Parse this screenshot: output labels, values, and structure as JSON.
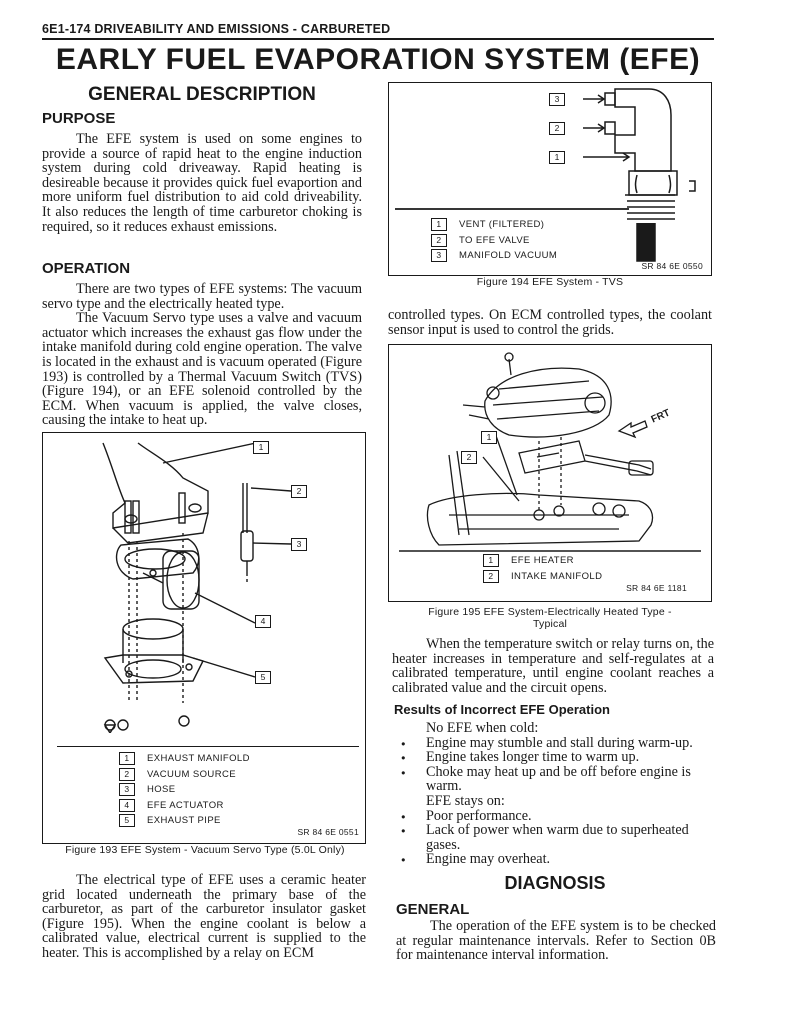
{
  "header": {
    "running_head": "6E1-174 DRIVEABILITY AND EMISSIONS - CARBURETED",
    "title": "EARLY FUEL EVAPORATION SYSTEM (EFE)"
  },
  "general_description": {
    "heading": "GENERAL DESCRIPTION",
    "purpose": {
      "heading": "PURPOSE",
      "text": "The EFE system is used on some engines to provide a source of rapid heat to the engine induction system during cold driveaway. Rapid heating is desireable because it provides quick fuel evaportion and more uniform fuel distribution to aid cold driveability. It also reduces the length of time carburetor choking is required, so it reduces exhaust emissions."
    },
    "operation": {
      "heading": "OPERATION",
      "p1": "There are two types of EFE systems: The vacuum servo type and the electrically heated type.",
      "p2": "The Vacuum Servo type uses a valve and vacuum actuator which increases the exhaust gas flow under the intake manifold during cold engine operation. The valve is located in the exhaust and is vacuum operated (Figure 193) is controlled by a Thermal Vacuum Switch (TVS) (Figure 194), or an EFE solenoid controlled by the ECM. When vacuum is applied, the valve closes, causing the intake to heat up.",
      "p3": "The electrical type of EFE uses a ceramic heater grid located underneath the primary base of the carburetor, as part of the carburetor insulator gasket (Figure 195). When the engine coolant is below a calibrated value, electrical current is supplied to the heater. This is accomplished by a relay on ECM",
      "p3_cont": "controlled types. On ECM controlled types, the coolant sensor input is used to control the grids."
    }
  },
  "figure_193": {
    "callouts": [
      "1",
      "2",
      "3",
      "4",
      "5"
    ],
    "legend": [
      {
        "num": "1",
        "label": "EXHAUST MANIFOLD"
      },
      {
        "num": "2",
        "label": "VACUUM SOURCE"
      },
      {
        "num": "3",
        "label": "HOSE"
      },
      {
        "num": "4",
        "label": "EFE ACTUATOR"
      },
      {
        "num": "5",
        "label": "EXHAUST PIPE"
      }
    ],
    "ref": "SR 84 6E 0551",
    "caption": "Figure 193 EFE System - Vacuum Servo Type (5.0L Only)"
  },
  "figure_194": {
    "callouts": [
      "3",
      "2",
      "1"
    ],
    "legend": [
      {
        "num": "1",
        "label": "VENT (FILTERED)"
      },
      {
        "num": "2",
        "label": "TO EFE VALVE"
      },
      {
        "num": "3",
        "label": "MANIFOLD VACUUM"
      }
    ],
    "ref": "SR 84 6E 0550",
    "caption": "Figure 194 EFE System - TVS"
  },
  "figure_195": {
    "callouts": [
      "1",
      "2"
    ],
    "frt_label": "FRT",
    "legend": [
      {
        "num": "1",
        "label": "EFE HEATER"
      },
      {
        "num": "2",
        "label": "INTAKE MANIFOLD"
      }
    ],
    "ref": "SR 84 6E 1181",
    "caption_line1": "Figure 195 EFE System-Electrically Heated Type -",
    "caption_line2": "Typical"
  },
  "relay_paragraph": "When the temperature switch or relay turns on, the heater increases in temperature and self-regulates at a calibrated temperature, until engine coolant reaches a calibrated value and the circuit opens.",
  "incorrect_operation": {
    "heading": "Results of Incorrect EFE Operation",
    "cold_heading": "No EFE when cold:",
    "cold_items": [
      "Engine may stumble and stall during warm-up.",
      "Engine takes longer time to warm up.",
      "Choke may heat up and be off before engine is warm."
    ],
    "stays_heading": "EFE stays on:",
    "stays_items": [
      "Poor performance.",
      "Lack of power when warm due to superheated gases.",
      "Engine may overheat."
    ]
  },
  "diagnosis": {
    "heading": "DIAGNOSIS",
    "general_heading": "GENERAL",
    "text": "The operation of the EFE system is to be checked at regular maintenance intervals. Refer to Section 0B for maintenance interval information."
  }
}
